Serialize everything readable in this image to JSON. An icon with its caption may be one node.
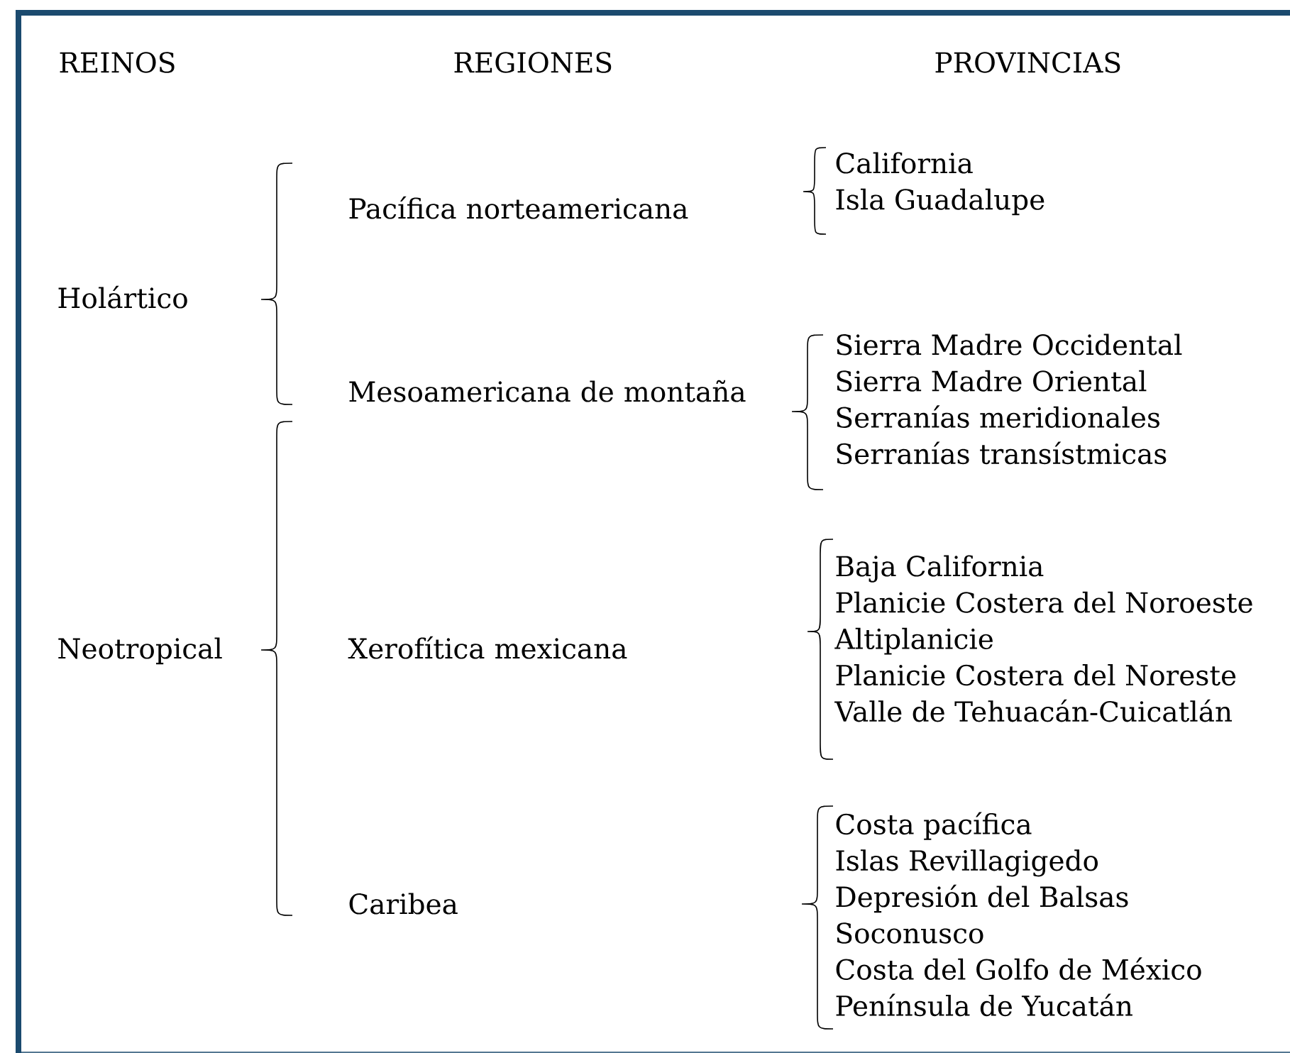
{
  "diagram": {
    "nodes": [
      {
        "text": [
          "Holártico"
        ]
      },
      {
        "text": [
          "Neotropical"
        ]
      },
      {
        "text": [
          "Pacífica norteamericana"
        ]
      },
      {
        "text": [
          "Mesoamericana de montaña"
        ]
      },
      {
        "text": [
          "Xerofítica mexicana"
        ]
      },
      {
        "text": [
          "Caribea"
        ]
      },
      {
        "text": [
          "California",
          "Isla Guadalupe"
        ]
      },
      {
        "text": [
          "Sierra Madre Occidental",
          "Sierra Madre Oriental",
          "Serranías meridionales",
          "Serranías transístmicas"
        ]
      },
      {
        "text": [
          "Baja California",
          "Planicie Costera del Noroeste",
          "Altiplanicie",
          "Planicie Costera del Noreste",
          "Valle de Tehuacán-Cuicatlán"
        ]
      },
      {
        "text": [
          "Costa pacífica",
          "Islas Revillagigedo",
          "Depresión del Balsas",
          "Soconusco",
          "Costa del Golfo de México",
          "Península de Yucatán"
        ]
      }
    ],
    "labels": [
      "REINOS",
      "REGIONES",
      "PROVINCIAS"
    ]
  }
}
